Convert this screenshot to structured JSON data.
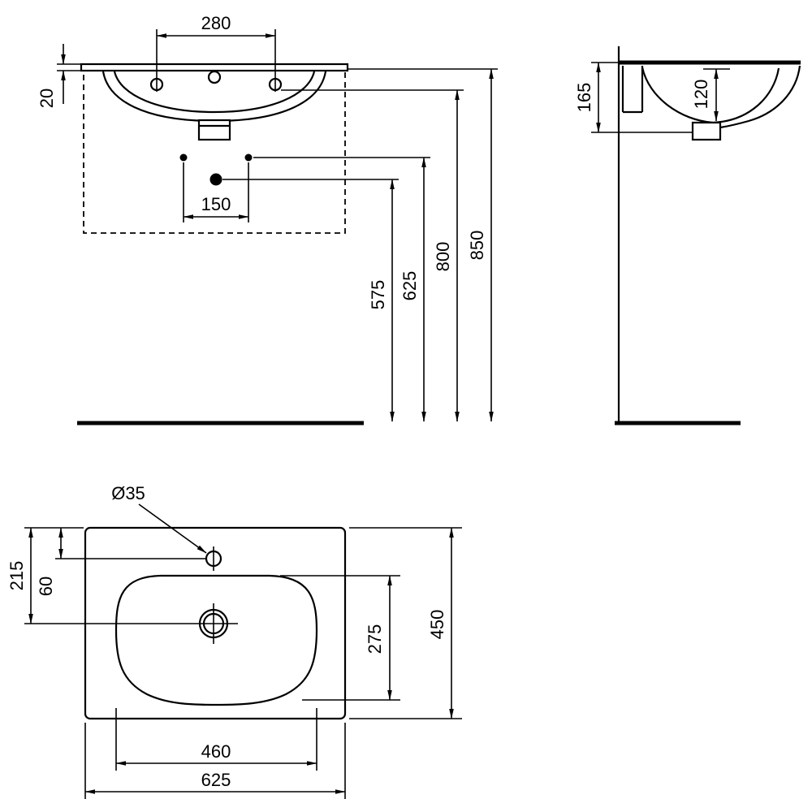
{
  "drawing": {
    "front_view": {
      "tap_hole_spacing": "280",
      "rim_thickness": "20",
      "fixing_hole_spacing": "150",
      "waste_height": "575",
      "fixing_height": "625",
      "overflow_height": "800",
      "rim_height": "850"
    },
    "side_view": {
      "front_depth": "165",
      "bowl_depth": "120"
    },
    "plan_view": {
      "tap_hole_diameter": "Ø35",
      "waste_setback": "215",
      "tap_hole_setback": "60",
      "overall_depth": "450",
      "bowl_extent": "275",
      "bowl_width": "460",
      "overall_width": "625"
    }
  }
}
